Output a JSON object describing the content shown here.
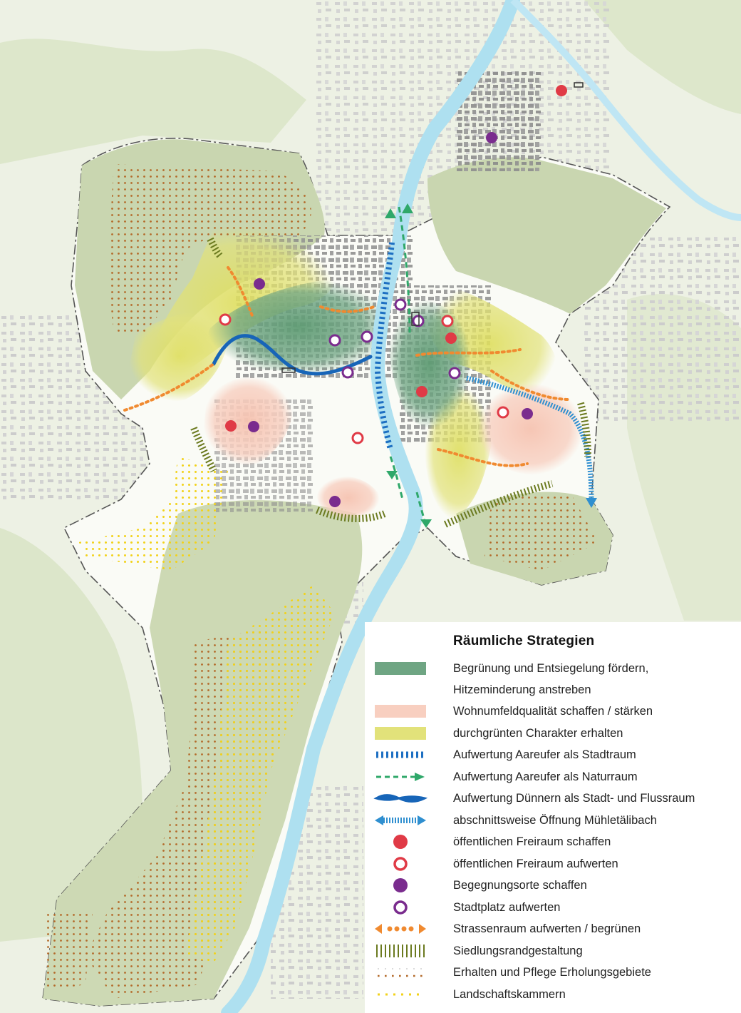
{
  "legend": {
    "title": "Räumliche Strategien",
    "items": [
      {
        "key": "begruenung",
        "label": "Begrünung und Entsiegelung fördern,",
        "symbol": "green-area",
        "color": "#6fa583"
      },
      {
        "key": "hitze",
        "label": "Hitzeminderung anstreben",
        "symbol": "none",
        "color": ""
      },
      {
        "key": "wohnumfeld",
        "label": "Wohnumfeldqualität schaffen / stärken",
        "symbol": "pink-area",
        "color": "#f8cfc0"
      },
      {
        "key": "durchgruent",
        "label": "durchgrünten Charakter erhalten",
        "symbol": "yellow-area",
        "color": "#e2e27a"
      },
      {
        "key": "aareufer-stadt",
        "label": "Aufwertung Aareufer als Stadtraum",
        "symbol": "blue-dashed",
        "color": "#1d6fc2"
      },
      {
        "key": "aareufer-natur",
        "label": "Aufwertung Aareufer als Naturraum",
        "symbol": "green-arrow",
        "color": "#2fa86a"
      },
      {
        "key": "duennern",
        "label": "Aufwertung Dünnern als Stadt- und Flussraum",
        "symbol": "blue-wave",
        "color": "#1765b8"
      },
      {
        "key": "muehletaelibach",
        "label": "abschnittsweise Öffnung Mühletälibach",
        "symbol": "hatched-arrow",
        "color": "#2f8fd0"
      },
      {
        "key": "freiraum-schaffen",
        "label": "öffentlichen Freiraum schaffen",
        "symbol": "red-dot",
        "color": "#e03a46"
      },
      {
        "key": "freiraum-aufwerten",
        "label": "öffentlichen Freiraum aufwerten",
        "symbol": "red-ring",
        "color": "#e03a46"
      },
      {
        "key": "begegnung",
        "label": "Begegnungsorte schaffen",
        "symbol": "purple-dot",
        "color": "#7a2c8e"
      },
      {
        "key": "stadtplatz",
        "label": "Stadtplatz aufwerten",
        "symbol": "purple-ring",
        "color": "#7a2c8e"
      },
      {
        "key": "strassenraum",
        "label": "Strassenraum aufwerten / begrünen",
        "symbol": "orange-dots",
        "color": "#f08a30"
      },
      {
        "key": "siedlungsrand",
        "label": "Siedlungsrandgestaltung",
        "symbol": "olive-hatch",
        "color": "#6b7a1f"
      },
      {
        "key": "erholung",
        "label": "Erhalten und Pflege Erholungsgebiete",
        "symbol": "brown-dots",
        "color": "#b36a2a"
      },
      {
        "key": "landschaft",
        "label": "Landschaftskammern",
        "symbol": "yellow-dots",
        "color": "#f2d21a"
      }
    ]
  }
}
